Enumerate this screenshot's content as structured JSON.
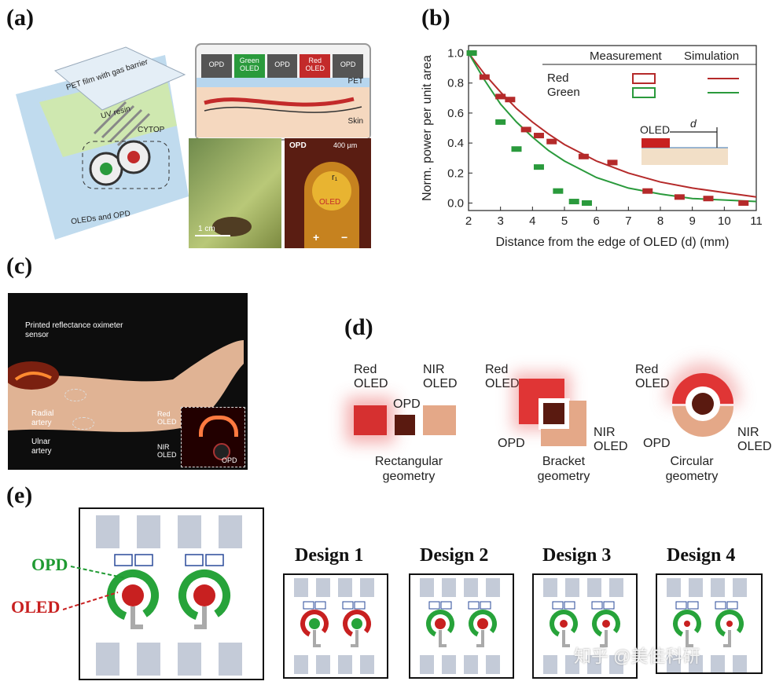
{
  "panels": {
    "a": "(a)",
    "b": "(b)",
    "c": "(c)",
    "d": "(d)",
    "e": "(e)"
  },
  "a": {
    "pet_film": "PET film with gas barrier",
    "uv_resin": "UV resin",
    "cytop": "CYTOP",
    "oleds_opd": "OLEDs and OPD",
    "cross_section": [
      "OPD",
      "Green OLED",
      "OPD",
      "Red OLED",
      "OPD"
    ],
    "pet": "PET",
    "skin": "Skin",
    "scale_1cm": "1 cm",
    "opd": "OPD",
    "scale_400um": "400 µm",
    "r1": "r₁",
    "oled": "OLED",
    "plus": "+",
    "minus": "−"
  },
  "c": {
    "sensor": "Printed reflectance oximeter sensor",
    "radial": "Radial artery",
    "ulnar": "Ulnar artery",
    "red_oled": "Red OLED",
    "nir_oled": "NIR OLED",
    "opd": "OPD"
  },
  "d": {
    "rect": {
      "red": "Red OLED",
      "nir": "NIR OLED",
      "opd": "OPD",
      "caption": "Rectangular geometry"
    },
    "bracket": {
      "red": "Red OLED",
      "nir": "NIR OLED",
      "opd": "OPD",
      "caption": "Bracket geometry"
    },
    "circular": {
      "red": "Red OLED",
      "nir": "NIR OLED",
      "opd": "OPD",
      "caption": "Circular geometry"
    }
  },
  "e": {
    "opd": "OPD",
    "oled": "OLED",
    "designs": [
      "Design 1",
      "Design 2",
      "Design 3",
      "Design 4"
    ]
  },
  "watermark": "知乎 @美佳科研",
  "chart_data": {
    "type": "scatter",
    "xlabel": "Distance from the edge of OLED (d) (mm)",
    "ylabel": "Norm. power per unit area",
    "xlim": [
      2,
      11
    ],
    "ylim": [
      -0.05,
      1.05
    ],
    "xticks": [
      2,
      3,
      4,
      5,
      6,
      7,
      8,
      9,
      10,
      11
    ],
    "yticks": [
      0.0,
      0.2,
      0.4,
      0.6,
      0.8,
      1.0
    ],
    "legend": {
      "header_measurement": "Measurement",
      "header_simulation": "Simulation",
      "entries": [
        "Red",
        "Green"
      ],
      "placement": "top-right"
    },
    "inset": {
      "oled": "OLED",
      "d": "d"
    },
    "colors": {
      "Red": "#b52a2a",
      "Green": "#2a9a3c"
    },
    "series": [
      {
        "name": "Red",
        "kind": "measurement",
        "x": [
          2.1,
          2.5,
          3.0,
          3.3,
          3.8,
          4.2,
          4.6,
          5.6,
          6.5,
          7.6,
          8.6,
          9.5,
          10.6
        ],
        "y": [
          1.0,
          0.84,
          0.71,
          0.69,
          0.49,
          0.45,
          0.41,
          0.31,
          0.27,
          0.08,
          0.04,
          0.03,
          0.0
        ]
      },
      {
        "name": "Green",
        "kind": "measurement",
        "x": [
          2.1,
          3.0,
          3.5,
          4.2,
          4.8,
          5.3,
          5.7
        ],
        "y": [
          1.0,
          0.54,
          0.36,
          0.24,
          0.08,
          0.01,
          0.0
        ]
      },
      {
        "name": "Red",
        "kind": "simulation",
        "x": [
          2.0,
          2.5,
          3.0,
          3.5,
          4.0,
          4.5,
          5.0,
          6.0,
          7.0,
          8.0,
          9.0,
          10.0,
          11.0
        ],
        "y": [
          1.0,
          0.86,
          0.74,
          0.63,
          0.54,
          0.46,
          0.39,
          0.28,
          0.2,
          0.14,
          0.1,
          0.07,
          0.04
        ]
      },
      {
        "name": "Green",
        "kind": "simulation",
        "x": [
          2.0,
          2.5,
          3.0,
          3.5,
          4.0,
          4.5,
          5.0,
          6.0,
          7.0,
          8.0,
          9.0,
          10.0,
          11.0
        ],
        "y": [
          1.0,
          0.82,
          0.66,
          0.54,
          0.44,
          0.35,
          0.28,
          0.17,
          0.1,
          0.06,
          0.03,
          0.02,
          0.01
        ]
      }
    ]
  }
}
